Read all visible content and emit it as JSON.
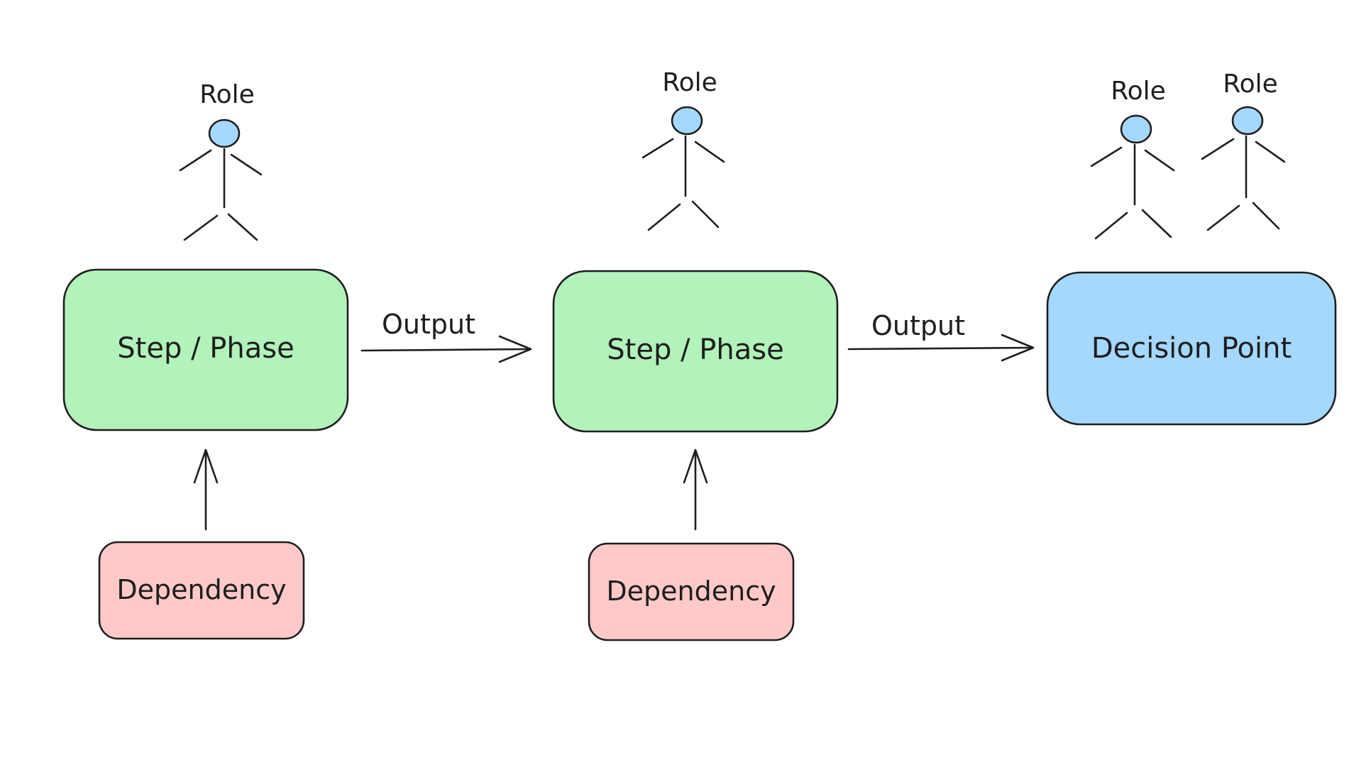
{
  "colors": {
    "step_fill": "#b2f2bb",
    "decision_fill": "#a5d8ff",
    "dependency_fill": "#ffc9c9",
    "head_fill": "#a5d8ff",
    "ink": "#1e1e1e"
  },
  "roles": [
    {
      "label": "Role"
    },
    {
      "label": "Role"
    },
    {
      "label": "Role"
    },
    {
      "label": "Role"
    }
  ],
  "steps": [
    {
      "label": "Step / Phase"
    },
    {
      "label": "Step / Phase"
    }
  ],
  "decision": {
    "label": "Decision Point"
  },
  "outputs": [
    {
      "label": "Output"
    },
    {
      "label": "Output"
    }
  ],
  "dependencies": [
    {
      "label": "Dependency"
    },
    {
      "label": "Dependency"
    }
  ]
}
